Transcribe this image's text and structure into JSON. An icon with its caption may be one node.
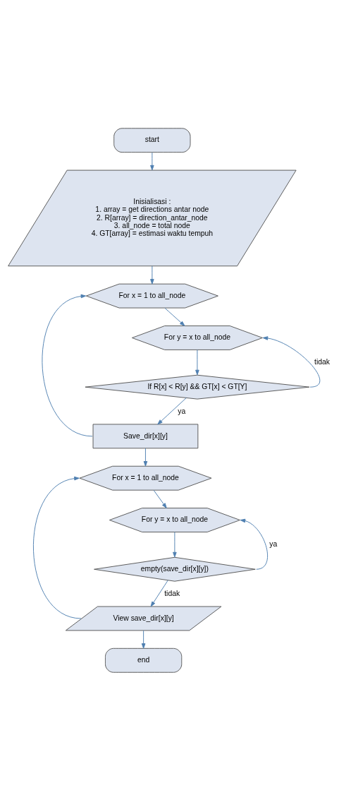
{
  "diagram": {
    "nodes": [
      {
        "text": [
          "start"
        ]
      },
      {
        "text": [
          "Inisialisasi :",
          "1. array = get directions antar node",
          "2. R[array] = direction_antar_node",
          "3. all_node = total node",
          "4. GT[array] = estimasi waktu tempuh"
        ]
      },
      {
        "text": [
          "For x = 1 to all_node"
        ]
      },
      {
        "text": [
          "For y = x to all_node"
        ]
      },
      {
        "text": [
          "If R[x] < R[y] && GT[x] < GT[Y]"
        ]
      },
      {
        "text": [
          "Save_dir[x][y]"
        ]
      },
      {
        "text": [
          "For x = 1 to all_node"
        ]
      },
      {
        "text": [
          "For y = x to all_node"
        ]
      },
      {
        "text": [
          "empty(save_dir[x][y])"
        ]
      },
      {
        "text": [
          "View save_dir[x][y]"
        ]
      },
      {
        "text": [
          "end"
        ]
      }
    ],
    "edges": [
      {
        "from": 0,
        "to": 1,
        "arrow": "to"
      },
      {
        "from": 1,
        "to": 2,
        "arrow": "to"
      },
      {
        "from": 2,
        "to": 3,
        "arrow": "to"
      },
      {
        "from": 3,
        "to": 4,
        "arrow": "to"
      },
      {
        "from": 4,
        "to": 3,
        "arrow": "to",
        "label": "tidak"
      },
      {
        "from": 4,
        "to": 5,
        "arrow": "to",
        "label": "ya"
      },
      {
        "from": 5,
        "to": 2,
        "arrow": "to"
      },
      {
        "from": 5,
        "to": 6,
        "arrow": "to"
      },
      {
        "from": 6,
        "to": 7,
        "arrow": "to"
      },
      {
        "from": 7,
        "to": 8,
        "arrow": "to"
      },
      {
        "from": 8,
        "to": 7,
        "arrow": "to",
        "label": "ya"
      },
      {
        "from": 8,
        "to": 9,
        "arrow": "to",
        "label": "tidak"
      },
      {
        "from": 9,
        "to": 6,
        "arrow": "to"
      },
      {
        "from": 9,
        "to": 10,
        "arrow": "to"
      }
    ]
  }
}
